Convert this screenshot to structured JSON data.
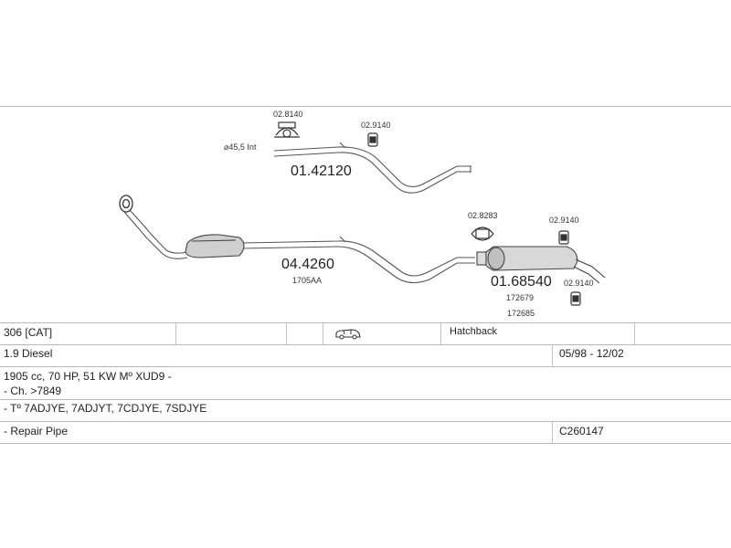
{
  "diagram": {
    "upper_pipe": {
      "part_number": "01.42120",
      "inlet_label": "⌀45,5 Int",
      "clamp": "02.8140",
      "rubber": "02.9140"
    },
    "front_pipe": {
      "part_number": "04.4260",
      "sub_code": "1705AA"
    },
    "rear_silencer": {
      "part_number": "01.68540",
      "codes": [
        "172679",
        "172685"
      ],
      "clamp": "02.8283",
      "rubber_top": "02.9140",
      "rubber_bottom": "02.9140"
    }
  },
  "table": {
    "row1": {
      "model": "306  [CAT]",
      "body": "Hatchback",
      "vehicle_icon": "car-icon"
    },
    "row2": {
      "engine": "1.9 Diesel",
      "dates": "05/98 - 12/02"
    },
    "row3": {
      "spec": "1905 cc, 70 HP, 51 KW Mº XUD9 -"
    },
    "row4": {
      "chassis": "- Ch. >7849"
    },
    "row5": {
      "types": "- Tº 7ADJYE, 7ADJYT, 7CDJYE, 7SDJYE"
    },
    "row6": {
      "note": "- Repair Pipe",
      "code": "C260147"
    }
  },
  "colors": {
    "line": "#555555",
    "rule": "#b8b8b8",
    "text": "#222222"
  }
}
